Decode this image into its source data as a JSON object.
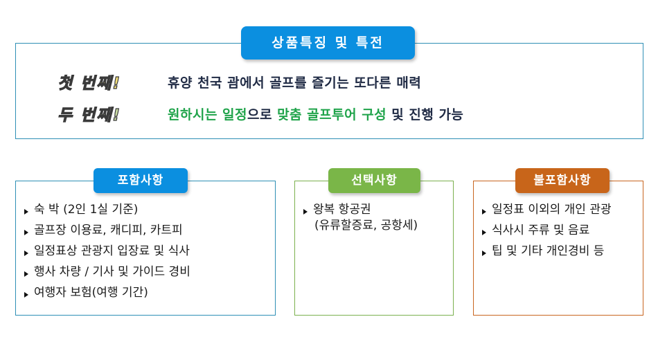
{
  "feature": {
    "title": "상품특징 및 특전",
    "first_label": "첫 번째!",
    "first_text": "휴양 천국 괌에서 골프를 즐기는 또다른 매력",
    "second_label": "두 번째!",
    "second_parts": [
      "원하시는 일정",
      "으로 ",
      "맞춤 골프투어 구성",
      " 및 진행 가능"
    ]
  },
  "included": {
    "title": "포함사항",
    "items": [
      "숙 박 (2인 1실 기준)",
      "골프장 이용료, 캐디피, 카트피",
      "일정표상 관광지 입장료 및 식사",
      "행사 차량 / 기사 및 가이드 경비",
      "여행자 보험(여행 기간)"
    ]
  },
  "optional": {
    "title": "선택사항",
    "item": "왕복 항공권",
    "item_sub": "(유류할증료, 공항세)"
  },
  "excluded": {
    "title": "불포함사항",
    "items": [
      "일정표 이외의 개인 관광",
      "식사시 주류 및 음료",
      "팁 및 기타 개인경비 등"
    ]
  },
  "colors": {
    "blue": "#0b8fe0",
    "green": "#7ab648",
    "orange": "#c8651a",
    "highlight_green": "#1fa34a",
    "navy_text": "#1f2a44"
  }
}
